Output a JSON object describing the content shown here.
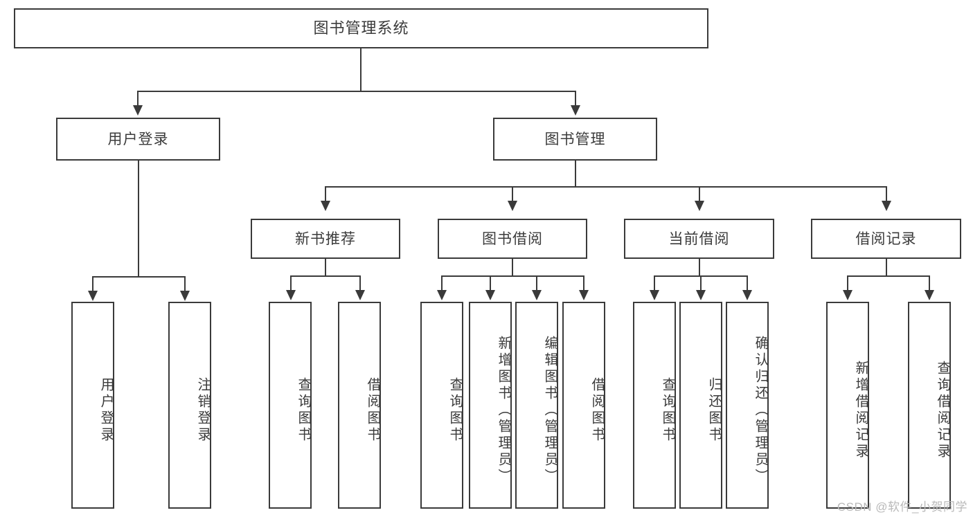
{
  "diagram": {
    "type": "tree",
    "title": "图书管理系统",
    "watermark": "CSDN @软件_小贺同学",
    "colors": {
      "stroke": "#3a3a3a",
      "fill": "#ffffff",
      "text": "#3b3b3b",
      "watermark": "#b9b9b9"
    },
    "levels": {
      "root": {
        "label": "图书管理系统"
      },
      "level2": [
        {
          "label": "用户登录"
        },
        {
          "label": "图书管理"
        }
      ],
      "level3": [
        {
          "label": "新书推荐"
        },
        {
          "label": "图书借阅"
        },
        {
          "label": "当前借阅"
        },
        {
          "label": "借阅记录"
        }
      ],
      "leaves": [
        {
          "label": "用户登录",
          "parent": "用户登录"
        },
        {
          "label": "注销登录",
          "parent": "用户登录"
        },
        {
          "label": "查询图书",
          "parent": "新书推荐"
        },
        {
          "label": "借阅图书",
          "parent": "新书推荐"
        },
        {
          "label": "查询图书",
          "parent": "图书借阅"
        },
        {
          "label": "新增图书（管理员）",
          "parent": "图书借阅"
        },
        {
          "label": "编辑图书（管理员）",
          "parent": "图书借阅"
        },
        {
          "label": "借阅图书",
          "parent": "图书借阅"
        },
        {
          "label": "查询图书",
          "parent": "当前借阅"
        },
        {
          "label": "归还图书",
          "parent": "当前借阅"
        },
        {
          "label": "确认归还（管理员）",
          "parent": "当前借阅"
        },
        {
          "label": "新增借阅记录",
          "parent": "借阅记录"
        },
        {
          "label": "查询借阅记录",
          "parent": "借阅记录"
        }
      ]
    }
  }
}
